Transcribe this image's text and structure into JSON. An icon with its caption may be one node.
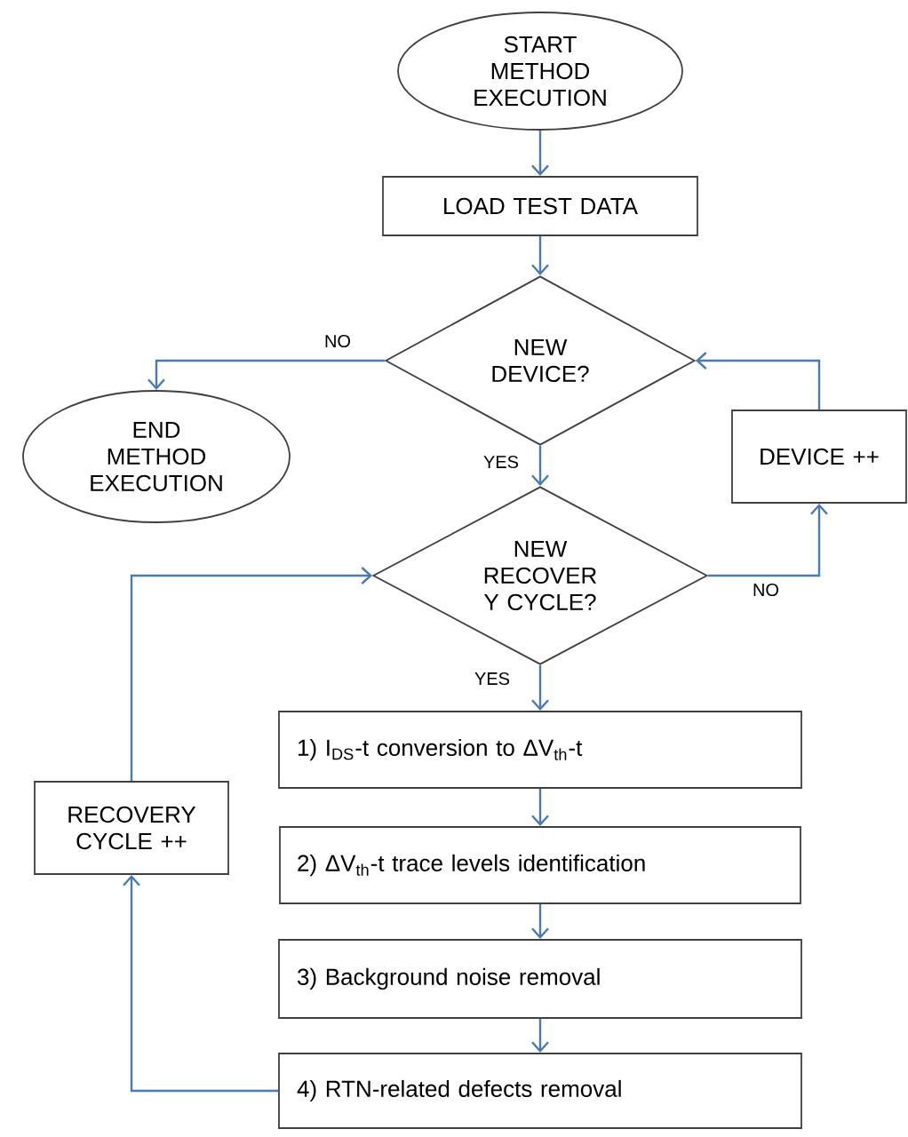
{
  "diagram": {
    "nodes": [
      {
        "text": [
          "START METHOD EXECUTION"
        ]
      },
      {
        "text": [
          "LOAD TEST DATA"
        ]
      },
      {
        "text": [
          "NEW DEVICE?"
        ]
      },
      {
        "text": [
          "END METHOD EXECUTION"
        ]
      },
      {
        "text": [
          "DEVICE ++"
        ]
      },
      {
        "text": [
          "NEW RECOVER Y CYCLE?"
        ]
      },
      {
        "text": [
          "1) I$_{DS}$-t conversion to ΔV$_{th}$-t"
        ]
      },
      {
        "text": [
          "2) ΔV$_{th}$-t trace levels identification"
        ]
      },
      {
        "text": [
          "3) Background noise removal"
        ]
      },
      {
        "text": [
          "4) RTN-related defects removal"
        ]
      },
      {
        "text": [
          "RECOVERY CYCLE ++"
        ]
      }
    ],
    "edges": [
      {
        "from": 0,
        "to": 1,
        "arrow": "to"
      },
      {
        "from": 1,
        "to": 2,
        "arrow": "to"
      },
      {
        "from": 2,
        "to": 3,
        "arrow": "to",
        "label": "NO"
      },
      {
        "from": 2,
        "to": 5,
        "arrow": "to",
        "label": "YES"
      },
      {
        "from": 5,
        "to": 4,
        "arrow": "to",
        "label": "NO"
      },
      {
        "from": 4,
        "to": 2,
        "arrow": "to"
      },
      {
        "from": 5,
        "to": 6,
        "arrow": "to",
        "label": "YES"
      },
      {
        "from": 6,
        "to": 7,
        "arrow": "to"
      },
      {
        "from": 7,
        "to": 8,
        "arrow": "to"
      },
      {
        "from": 8,
        "to": 9,
        "arrow": "to"
      },
      {
        "from": 9,
        "to": 10,
        "arrow": "to"
      },
      {
        "from": 10,
        "to": 5,
        "arrow": "to"
      }
    ]
  }
}
